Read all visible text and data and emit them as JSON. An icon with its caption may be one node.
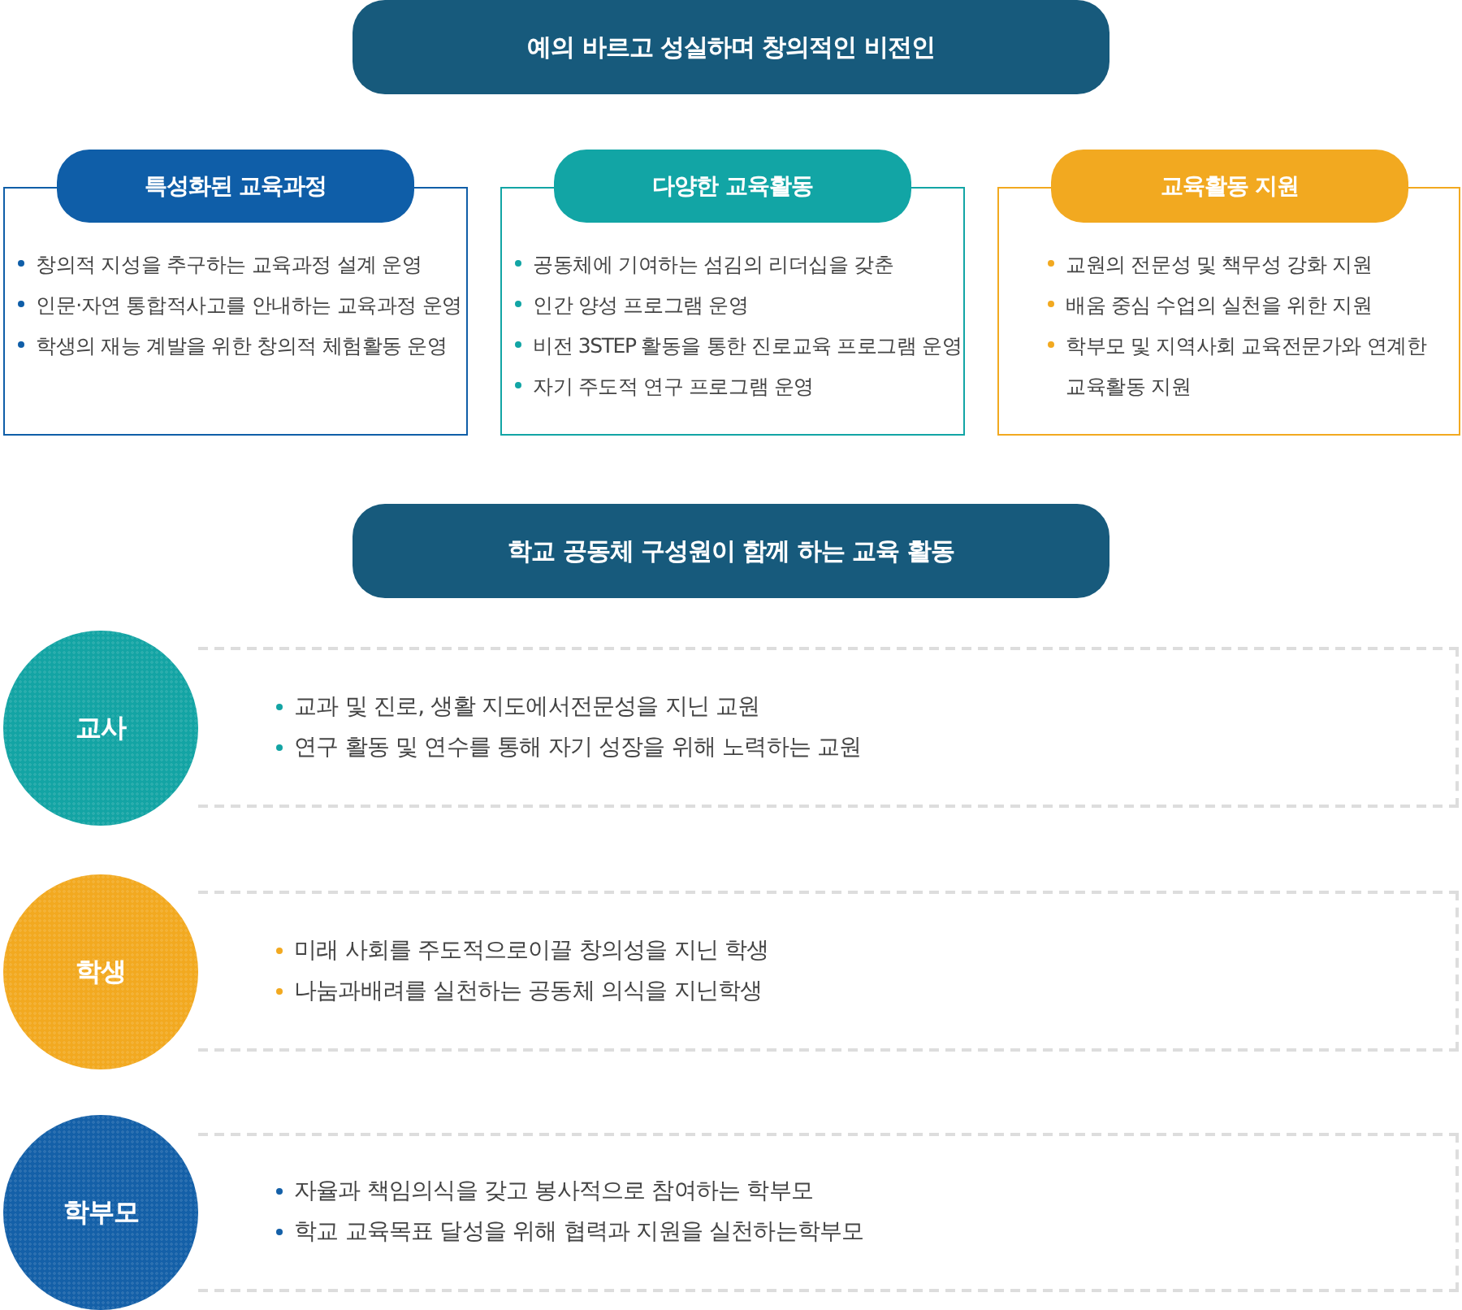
{
  "diagram": {
    "nodes": [
      {
        "text": [
          "예의 바르고 성실하며 창의적인 비전인"
        ]
      },
      {
        "text": [
          "특성화된 교육과정",
          "창의적 지성을 추구하는 교육과정 설계 운영",
          "인문·자연 통합적사고를 안내하는 교육과정 운영",
          "학생의 재능 계발을 위한 창의적 체험활동 운영"
        ]
      },
      {
        "text": [
          "다양한 교육활동",
          "공동체에 기여하는 섬김의 리더십을 갖춘",
          "인간 양성 프로그램 운영",
          "비전 3STEP 활동을 통한 진로교육 프로그램 운영",
          "자기 주도적 연구 프로그램 운영"
        ]
      },
      {
        "text": [
          "교육활동 지원",
          "교원의 전문성 및 책무성 강화 지원",
          "배움 중심 수업의 실천을 위한 지원",
          "학부모 및 지역사회 교육전문가와 연계한 교육활동 지원"
        ]
      },
      {
        "text": [
          "학교 공동체 구성원이 함께 하는 교육 활동"
        ]
      },
      {
        "text": [
          "교사"
        ]
      },
      {
        "text": [
          "교과 및 진로, 생활 지도에서전문성을 지닌 교원",
          "연구 활동 및 연수를 통해 자기 성장을 위해 노력하는 교원"
        ]
      },
      {
        "text": [
          "학생"
        ]
      },
      {
        "text": [
          "미래 사회를 주도적으로이끌 창의성을 지닌 학생",
          "나눔과배려를 실천하는 공동체 의식을 지닌학생"
        ]
      },
      {
        "text": [
          "학부모"
        ]
      },
      {
        "text": [
          "자율과 책임의식을 갖고 봉사적으로 참여하는 학부모",
          "학교 교육목표 달성을 위해 협력과 지원을 실천하는학부모"
        ]
      }
    ]
  }
}
